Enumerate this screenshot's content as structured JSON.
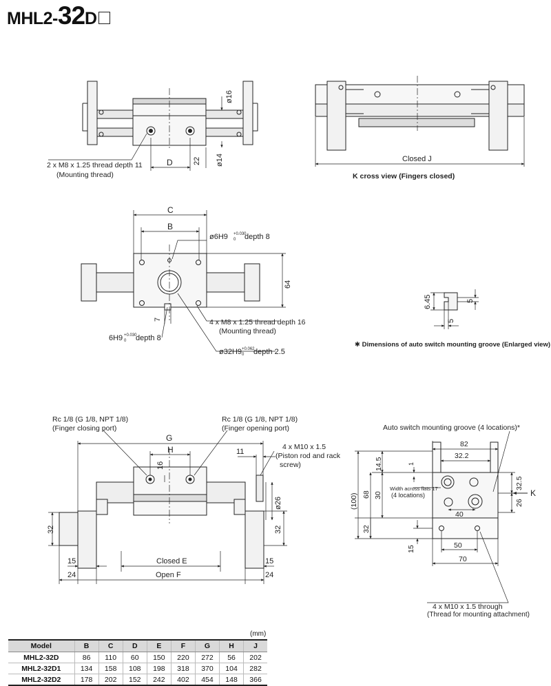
{
  "title": {
    "prefix": "MHL2-",
    "size": "32",
    "suffix": "D"
  },
  "views": {
    "top": {
      "thread_note_1": "2 x M8 x 1.25 thread depth 11",
      "thread_note_2": "(Mounting thread)",
      "dim_D": "D",
      "dim_22": "22",
      "dim_phi16": "ø16",
      "dim_phi14": "ø14"
    },
    "k_view": {
      "closed_J": "Closed J",
      "caption": "K cross view (Fingers closed)"
    },
    "middle": {
      "dim_C": "C",
      "dim_B": "B",
      "dim_64": "64",
      "dim_7": "7",
      "hole_top": "ø6H9",
      "hole_top_tol_up": "+0.030",
      "hole_top_tol_lo": "0",
      "hole_top_depth": " depth 8",
      "hole_left": "6H9",
      "hole_left_tol_up": "+0.030",
      "hole_left_tol_lo": "0",
      "hole_left_depth": " depth 8",
      "thread_note_1": "4 x M8 x 1.25 thread depth 16",
      "thread_note_2": "(Mounting thread)",
      "bore": "ø32H9",
      "bore_tol_up": "+0.062",
      "bore_tol_lo": "0",
      "bore_depth": " depth 2.5"
    },
    "groove": {
      "dim_645": "6.45",
      "dim_5a": "5",
      "dim_5b": "5",
      "note": "✱ Dimensions of auto switch mounting groove (Enlarged view)"
    },
    "front": {
      "port_close_1": "Rc 1/8 (G 1/8, NPT 1/8)",
      "port_close_2": "(Finger closing port)",
      "port_open_1": "Rc 1/8 (G 1/8, NPT 1/8)",
      "port_open_2": "(Finger opening port)",
      "screw_1": "4 x M10 x 1.5",
      "screw_2": "(Piston rod and rack",
      "screw_3": "screw)",
      "dim_G": "G",
      "dim_H": "H",
      "dim_11": "11",
      "dim_16": "16",
      "dim_phi26": "ø26",
      "dim_32a": "32",
      "dim_32b": "32",
      "dim_15a": "15",
      "dim_15b": "15",
      "dim_24a": "24",
      "dim_24b": "24",
      "closed_E": "Closed E",
      "open_F": "Open F"
    },
    "side": {
      "groove_note": "Auto switch mounting groove (4 locations)*",
      "dim_82": "82",
      "dim_322": "32.2",
      "dim_1": "1",
      "dim_145": "14.5",
      "dim_100": "(100)",
      "dim_68": "68",
      "dim_30": "30",
      "dim_32": "32",
      "dim_325": "32.5",
      "dim_26": "26",
      "dim_40": "40",
      "dim_15": "15",
      "dim_50": "50",
      "dim_70": "70",
      "K": "K",
      "flats_1": "Width across flats 17",
      "flats_2": "(4 locations)",
      "through_1": "4 x M10 x 1.5 through",
      "through_2": "(Thread for mounting attachment)"
    }
  },
  "table": {
    "unit": "(mm)",
    "headers": [
      "Model",
      "B",
      "C",
      "D",
      "E",
      "F",
      "G",
      "H",
      "J"
    ],
    "rows": [
      [
        "MHL2-32D",
        "86",
        "110",
        "60",
        "150",
        "220",
        "272",
        "56",
        "202"
      ],
      [
        "MHL2-32D1",
        "134",
        "158",
        "108",
        "198",
        "318",
        "370",
        "104",
        "282"
      ],
      [
        "MHL2-32D2",
        "178",
        "202",
        "152",
        "242",
        "402",
        "454",
        "148",
        "366"
      ]
    ]
  }
}
